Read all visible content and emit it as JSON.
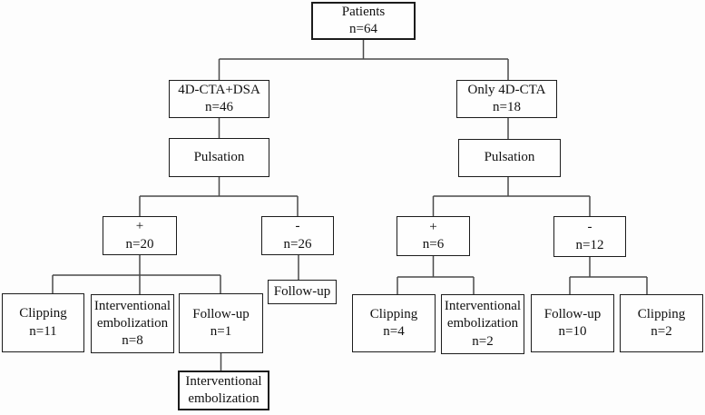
{
  "figure": {
    "type": "flowchart",
    "description": "Patient study flow diagram",
    "colors": {
      "background": "#fdfdfd",
      "box_border": "#1c1c1c",
      "box_fill": "#fefefe",
      "line": "#4a4a4a",
      "text": "#111111"
    }
  },
  "nodes": {
    "patients": "Patients\nn=64",
    "cta_dsa": "4D-CTA+DSA\nn=46",
    "only_cta": "Only 4D-CTA\nn=18",
    "pulsation_left": "Pulsation",
    "pulsation_right": "Pulsation",
    "plus_n20": "+\nn=20",
    "minus_n26": "-\nn=26",
    "plus_n6": "+\nn=6",
    "minus_n12": "-\nn=12",
    "clipping_n11": "Clipping\nn=11",
    "embolization_n8": "Interventional\nembolization\nn=8",
    "followup_n1": "Follow-up\nn=1",
    "followup_minus26": "Follow-up",
    "clipping_n4": "Clipping\nn=4",
    "embolization_n2": "Interventional\nembolization\nn=2",
    "followup_n10": "Follow-up\nn=10",
    "clipping_n2": "Clipping\nn=2",
    "embolization_final": "Interventional\nembolization"
  }
}
